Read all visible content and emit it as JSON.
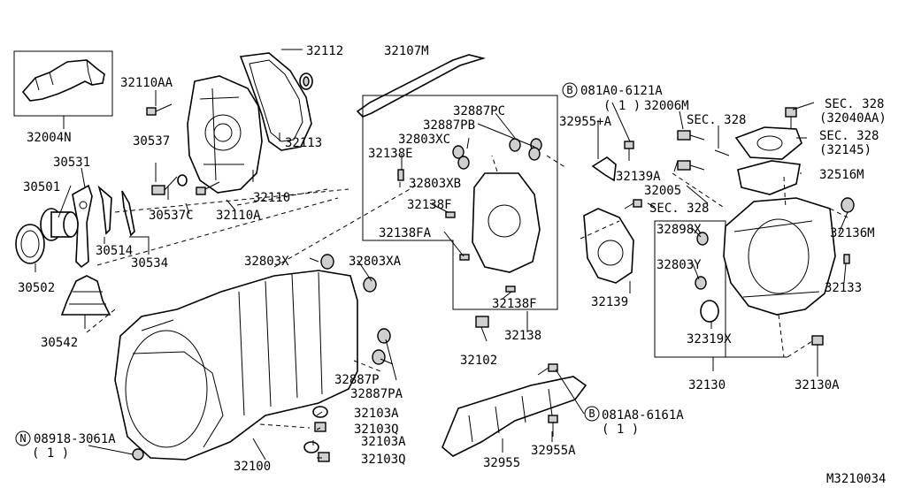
{
  "labels": {
    "p32004N": "32004N",
    "p32110AA": "32110AA",
    "p32112": "32112",
    "p32107M": "32107M",
    "p081A0": "081A0-6121A",
    "p081A0_qty": "( 1 )",
    "p32887PC": "32887PC",
    "p32887PB": "32887PB",
    "p32803XC": "32803XC",
    "p32138E": "32138E",
    "p32803XB": "32803XB",
    "p32138F_top": "32138F",
    "p32138FA": "32138FA",
    "p32138F_bot": "32138F",
    "p32138": "32138",
    "p32102": "32102",
    "p30537": "30537",
    "p30531": "30531",
    "p30501": "30501",
    "p30537C": "30537C",
    "p32110A": "32110A",
    "p32110": "32110",
    "p32113": "32113",
    "p30514": "30514",
    "p30534": "30534",
    "p30502": "30502",
    "p30542": "30542",
    "p32803X": "32803X",
    "p32803XA": "32803XA",
    "p32955A_plus": "32955+A",
    "p32006M": "32006M",
    "sec328_a": "SEC. 328",
    "sec328_b": "SEC. 328",
    "p32040AA": "(32040AA)",
    "sec328_c": "SEC. 328",
    "p32145": "(32145)",
    "p32139A": "32139A",
    "p32005": "32005",
    "sec328_d": "SEC. 328",
    "p32516M": "32516M",
    "p32898X": "32898X",
    "p32136M": "32136M",
    "p32803Y": "32803Y",
    "p32133": "32133",
    "p32139": "32139",
    "p32319X": "32319X",
    "p32130": "32130",
    "p32130A": "32130A",
    "p32887P": "32887P",
    "p32887PA": "32887PA",
    "p32103A_top": "32103A",
    "p32103Q_top": "32103Q",
    "p32103A_bot": "32103A",
    "p32103Q_bot": "32103Q",
    "p32100": "32100",
    "p08918": "08918-3061A",
    "p08918_qty": "( 1 )",
    "p32955": "32955",
    "p32955A": "32955A",
    "p081A8": "081A8-6161A",
    "p081A8_qty": "( 1 )",
    "diagram_id": "M3210034"
  },
  "symbols": {
    "bolt_b": "B",
    "nut_n": "N"
  }
}
